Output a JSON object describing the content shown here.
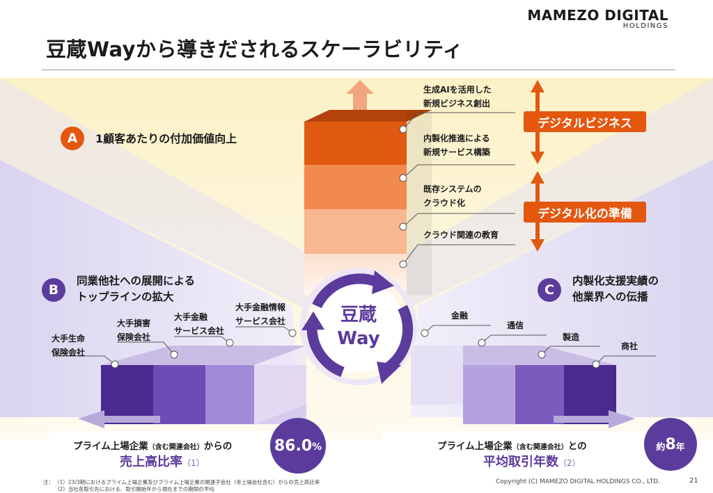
{
  "header": {
    "logo_main": "MAMEZO DIGITAL",
    "logo_sub": "HOLDINGS",
    "title": "豆蔵Wayから導きだされるスケーラビリティ"
  },
  "center": {
    "line1": "豆蔵",
    "line2": "Way"
  },
  "section_a": {
    "badge": "A",
    "label": "1顧客あたりの付加価値向上",
    "items": [
      {
        "line1": "生成AIを活用した",
        "line2": "新規ビジネス創出"
      },
      {
        "line1": "内製化推進による",
        "line2": "新規サービス構築"
      },
      {
        "line1": "既存システムの",
        "line2": "クラウド化"
      },
      {
        "line1": "クラウド関連の教育",
        "line2": ""
      }
    ],
    "tag_digital": "デジタルビジネス",
    "tag_prep": "デジタル化の準備"
  },
  "section_b": {
    "badge": "B",
    "label_line1": "同業他社への展開による",
    "label_line2": "トップラインの拡大",
    "items": [
      {
        "line1": "大手生命",
        "line2": "保険会社"
      },
      {
        "line1": "大手損害",
        "line2": "保険会社"
      },
      {
        "line1": "大手金融",
        "line2": "サービス会社"
      },
      {
        "line1": "大手金融情報",
        "line2": "サービス会社"
      }
    ],
    "kpi_text_a": "プライム上場企業",
    "kpi_text_paren": "（含む関連会社）",
    "kpi_text_b": "からの",
    "kpi_emph": "売上高比率",
    "kpi_note": "（1）",
    "kpi_value": "86.0",
    "kpi_unit": "%"
  },
  "section_c": {
    "badge": "C",
    "label_line1": "内製化支援実績の",
    "label_line2": "他業界への伝播",
    "items": [
      "金融",
      "通信",
      "製造",
      "商社"
    ],
    "kpi_text_a": "プライム上場企業",
    "kpi_text_paren": "（含む関連会社）",
    "kpi_text_b": "との",
    "kpi_emph": "平均取引年数",
    "kpi_note": "（2）",
    "kpi_prefix": "約",
    "kpi_value": "8",
    "kpi_unit": "年"
  },
  "footer": {
    "note_label": "注：",
    "note1": "（1）23/3期におけるプライム上場企業及びプライム上場企業の関連子会社（非上場会社含む）からの売上高比率",
    "note2": "（2）当社各取引先における、取引開始年から現在までの期間の平均",
    "copyright": "Copyright (C) MAMEZO DIGITAL HOLDINGS CO., LTD.",
    "page": "21"
  },
  "colors": {
    "orange": "#e4570f",
    "purple": "#5b3b9c",
    "purple_light": "#8f74c9",
    "cream": "#fbf3d2",
    "lavender": "#dcd8ee"
  }
}
